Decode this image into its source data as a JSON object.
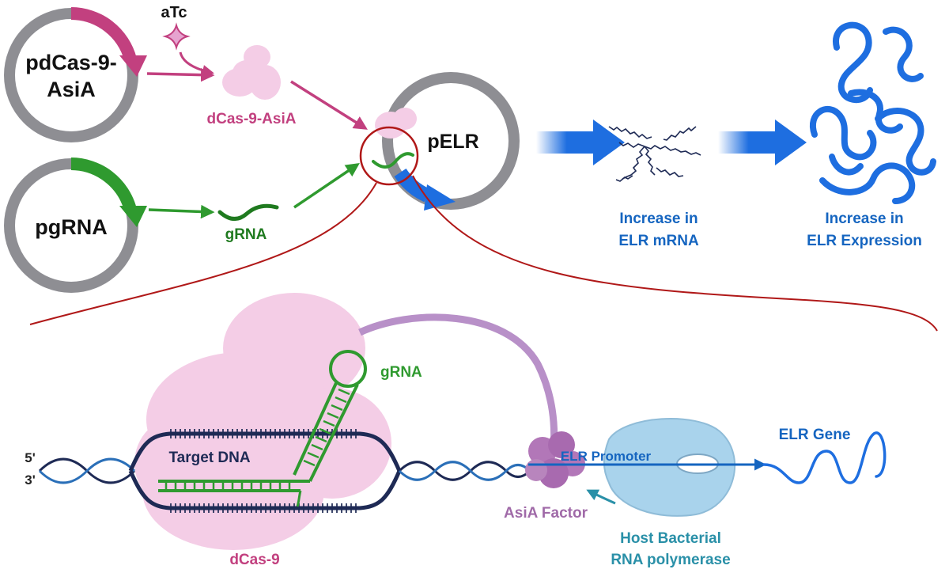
{
  "labels": {
    "atc": "aTc",
    "plasmid_cas_line1": "pdCas-9-",
    "plasmid_cas_line2": "AsiA",
    "protein_cas": "dCas-9-AsiA",
    "plasmid_grna": "pgRNA",
    "grna": "gRNA",
    "plasmid_elr": "pELR",
    "mrna_line1": "Increase in",
    "mrna_line2": "ELR mRNA",
    "expr_line1": "Increase in",
    "expr_line2": "ELR Expression",
    "five_prime": "5'",
    "three_prime": "3'",
    "target_dna": "Target DNA",
    "grna_detail": "gRNA",
    "elr_promoter": "ELR Promoter",
    "elr_gene": "ELR Gene",
    "asia_factor": "AsiA Factor",
    "dcas9": "dCas-9",
    "host_line1": "Host Bacterial",
    "host_line2": "RNA polymerase"
  },
  "colors": {
    "magenta": "#c2407f",
    "green": "#2f9a2f",
    "dark_green": "#1f7a1f",
    "blue": "#1565c0",
    "arrow_blue": "#1e6ee0",
    "gray": "#8e8e93",
    "red": "#b01818",
    "navy": "#1e2a55",
    "pink_protein": "#f4cde6",
    "purple": "#a06aa8",
    "teal": "#2a90a8",
    "light_blue": "#a9d3ec"
  }
}
